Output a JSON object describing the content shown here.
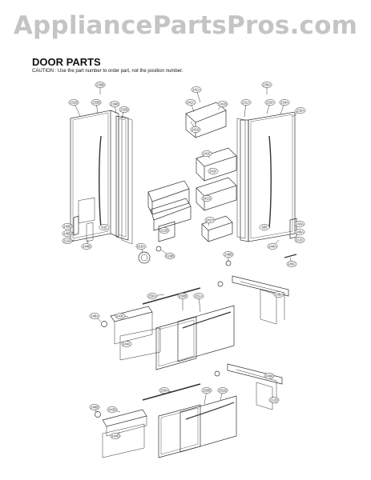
{
  "watermark": "AppliancePartsPros.com",
  "title": "DOOR PARTS",
  "caution": "CAUTION : Use the part number to order part, not the position number.",
  "callouts": [
    {
      "id": "c1",
      "text": "230B"
    },
    {
      "id": "c2",
      "text": "231B"
    },
    {
      "id": "c3",
      "text": "233B"
    },
    {
      "id": "c4",
      "text": "234B"
    },
    {
      "id": "c5",
      "text": "232B"
    },
    {
      "id": "c6",
      "text": "241A"
    },
    {
      "id": "c7",
      "text": "241C"
    },
    {
      "id": "c8",
      "text": "241B"
    },
    {
      "id": "c9",
      "text": "241D"
    },
    {
      "id": "c10",
      "text": "230A"
    },
    {
      "id": "c11",
      "text": "231A"
    },
    {
      "id": "c12",
      "text": "233A"
    },
    {
      "id": "c13",
      "text": "234A"
    },
    {
      "id": "c14",
      "text": "232A"
    },
    {
      "id": "c15",
      "text": "241E"
    },
    {
      "id": "c16",
      "text": "241F"
    },
    {
      "id": "c17",
      "text": "241G"
    },
    {
      "id": "c18",
      "text": "241H"
    },
    {
      "id": "c19",
      "text": "243B"
    },
    {
      "id": "c20",
      "text": "245B"
    },
    {
      "id": "c21",
      "text": "212D"
    },
    {
      "id": "c22",
      "text": "244B"
    },
    {
      "id": "c23",
      "text": "243A"
    },
    {
      "id": "c24",
      "text": "245A"
    },
    {
      "id": "c25",
      "text": "212C"
    },
    {
      "id": "c26",
      "text": "244A"
    },
    {
      "id": "c27",
      "text": "615A"
    },
    {
      "id": "c28",
      "text": "619B"
    },
    {
      "id": "c29",
      "text": "212B"
    },
    {
      "id": "c30",
      "text": "249B"
    },
    {
      "id": "c31",
      "text": "245C"
    },
    {
      "id": "c32",
      "text": "250A"
    },
    {
      "id": "c33",
      "text": "250B"
    },
    {
      "id": "c34",
      "text": "251A"
    },
    {
      "id": "c35",
      "text": "249A"
    },
    {
      "id": "c36",
      "text": "248A"
    },
    {
      "id": "c37",
      "text": "243C"
    },
    {
      "id": "c38",
      "text": "244C"
    },
    {
      "id": "c39",
      "text": "250A"
    },
    {
      "id": "c40",
      "text": "250B"
    },
    {
      "id": "c41",
      "text": "251B"
    },
    {
      "id": "c42",
      "text": "249D"
    },
    {
      "id": "c43",
      "text": "248B"
    },
    {
      "id": "c44",
      "text": "243D"
    },
    {
      "id": "c45",
      "text": "244D"
    },
    {
      "id": "c46",
      "text": "212D"
    },
    {
      "id": "c47",
      "text": "615"
    },
    {
      "id": "c48",
      "text": "605"
    }
  ]
}
